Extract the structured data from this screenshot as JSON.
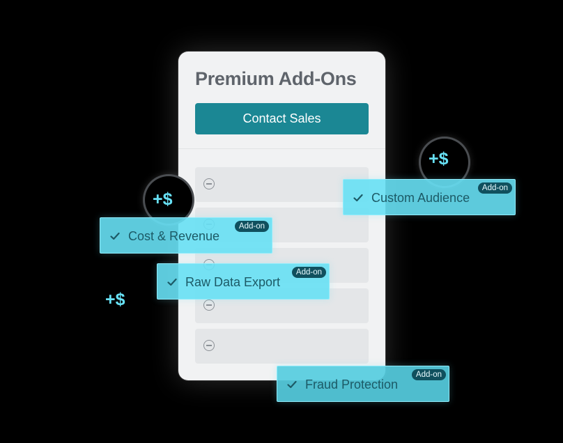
{
  "card": {
    "title": "Premium Add-Ons",
    "contact_button": "Contact Sales"
  },
  "tags": {
    "cost_revenue": {
      "label": "Cost & Revenue",
      "badge": "Add-on"
    },
    "custom_audience": {
      "label": "Custom Audience",
      "badge": "Add-on"
    },
    "raw_data_export": {
      "label": "Raw Data Export",
      "badge": "Add-on"
    },
    "fraud_protection": {
      "label": "Fraud Protection",
      "badge": "Add-on"
    }
  },
  "price_symbols": {
    "left_bubble": "+$",
    "right_bubble": "+$",
    "floating": "+$"
  },
  "icons": [
    "check-icon",
    "minus-circle-icon"
  ],
  "colors": {
    "background": "#000000",
    "card": "#f1f2f3",
    "accent_button": "#1b8794",
    "tag": "#67e0f4",
    "tag_text": "#1c5a66",
    "badge": "#10505e"
  }
}
